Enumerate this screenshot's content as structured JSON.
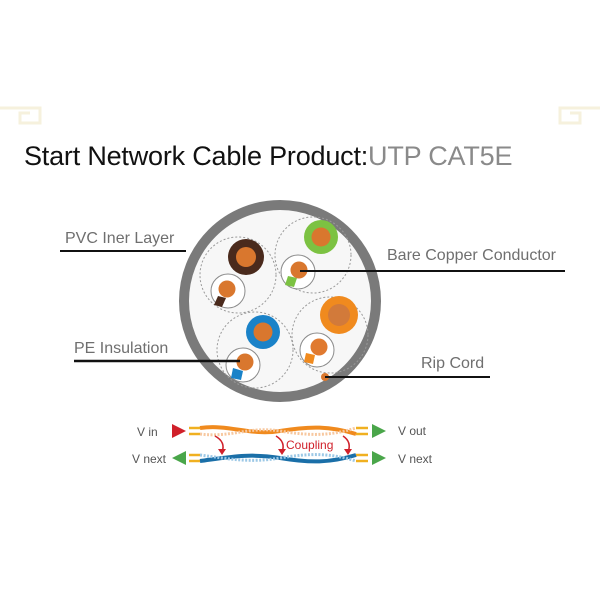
{
  "title": {
    "main": "Start Network Cable Product:",
    "highlight": "UTP CAT5E"
  },
  "callouts": {
    "pvc_layer": "PVC Iner Layer",
    "pe_insulation": "PE Insulation",
    "bare_copper": "Bare Copper Conductor",
    "rip_cord": "Rip Cord"
  },
  "pairs": [
    {
      "name": "brown",
      "color": "#4a2a1c"
    },
    {
      "name": "green",
      "color": "#7cc242"
    },
    {
      "name": "blue",
      "color": "#1a82c8"
    },
    {
      "name": "orange",
      "color": "#f08a1e"
    }
  ],
  "colors": {
    "copper": "#d9772e",
    "jacket": "#7a7a7a",
    "arrow_in": "#d0202a",
    "arrow_out": "#4aa64a",
    "coupling_text": "#d0202a"
  },
  "coupling": {
    "v_in": "V  in",
    "v_out": "V out",
    "v_next_left": "V next",
    "v_next_right": "V next",
    "label": "Coupling"
  }
}
